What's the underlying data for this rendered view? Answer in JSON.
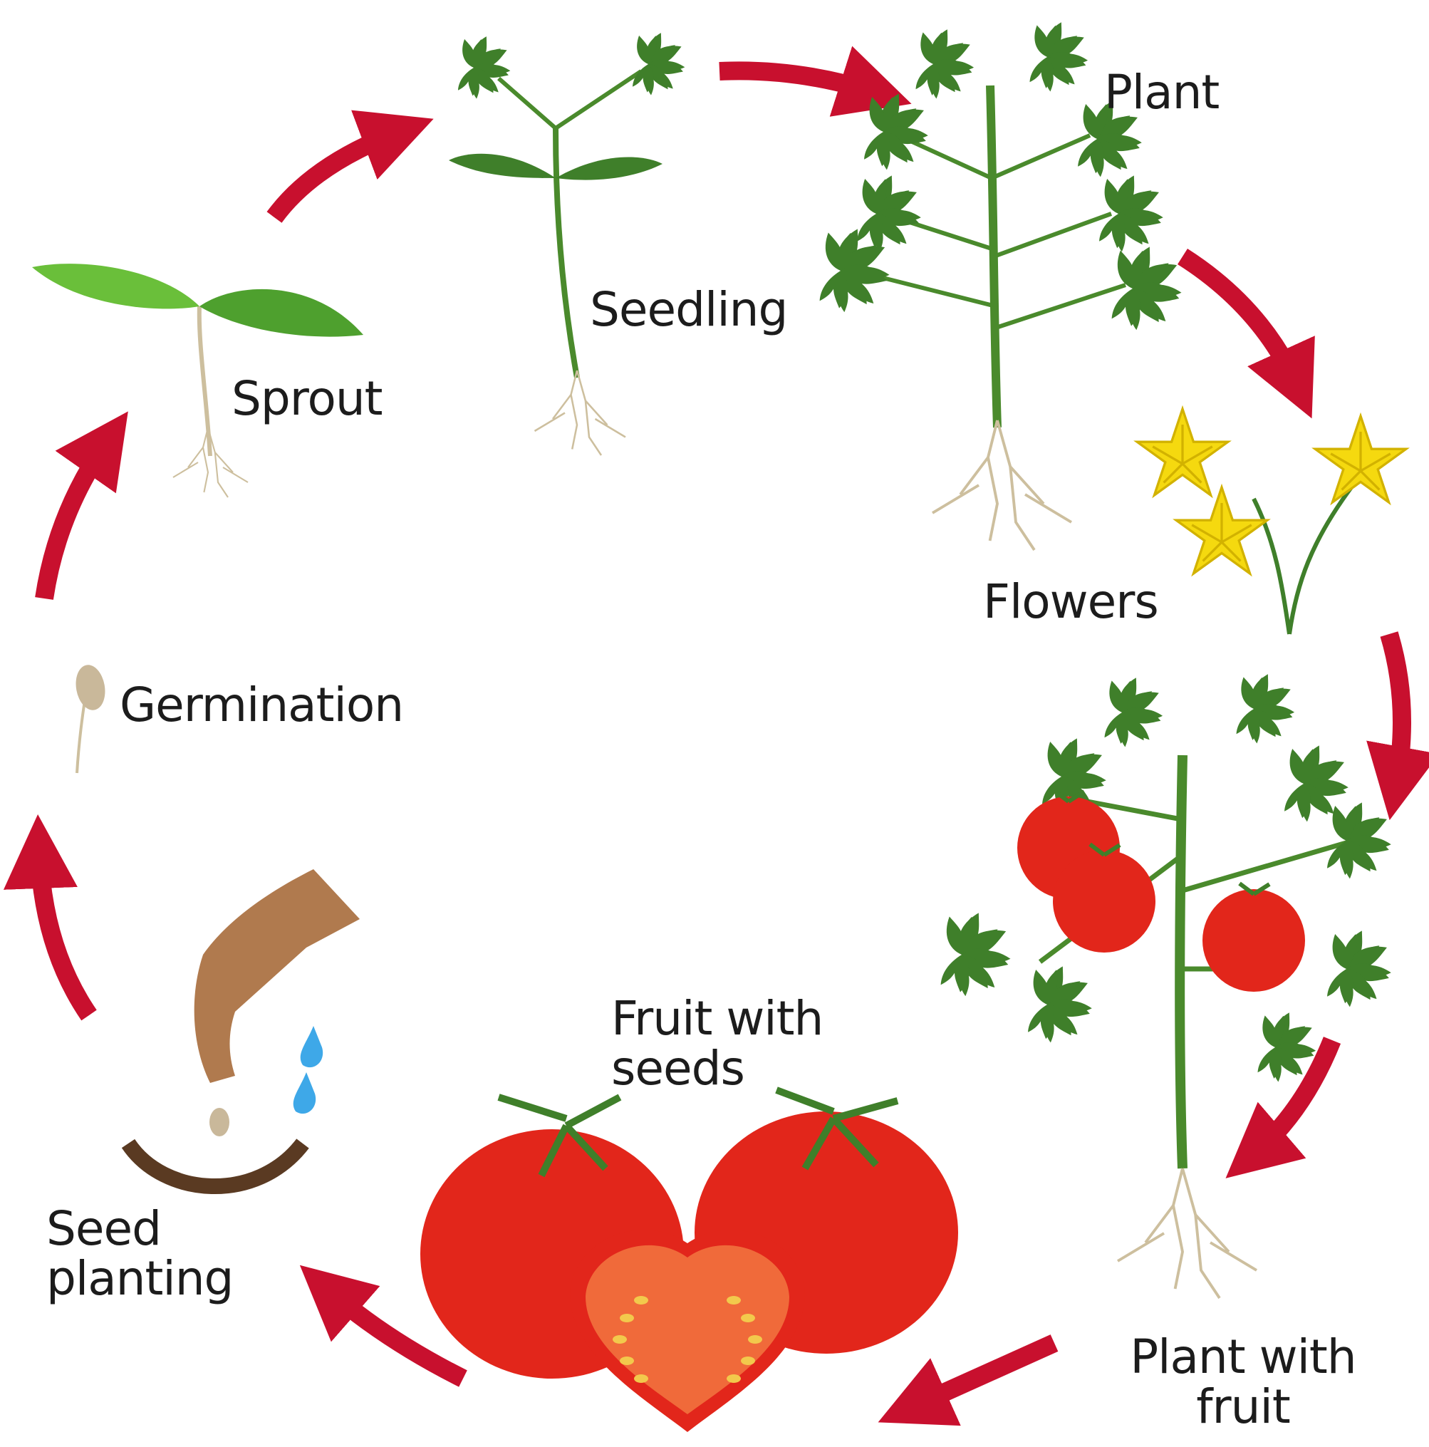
{
  "stages": [
    {
      "id": "germination",
      "label": "Germination"
    },
    {
      "id": "sprout",
      "label": "Sprout"
    },
    {
      "id": "seedling",
      "label": "Seedling"
    },
    {
      "id": "plant",
      "label": "Plant"
    },
    {
      "id": "flowers",
      "label": "Flowers"
    },
    {
      "id": "plant-with-fruit",
      "label_lines": [
        "Plant with",
        "fruit"
      ]
    },
    {
      "id": "fruit-with-seeds",
      "label_lines": [
        "Fruit with",
        "seeds"
      ]
    },
    {
      "id": "seed-planting",
      "label_lines": [
        "Seed",
        "planting"
      ]
    }
  ],
  "colors": {
    "arrow": "#c8102e",
    "leaf": "#3f7f2a",
    "leaf_light": "#6abf3a",
    "stem": "#4a8a2c",
    "root": "#cdbf9e",
    "flower": "#f5d90f",
    "tomato": "#e2261b",
    "tomato_flesh": "#f06a3a",
    "seed": "#f2c94c",
    "soil": "#5a3a22",
    "hand": "#b07a4e",
    "water": "#3ea8e8"
  }
}
